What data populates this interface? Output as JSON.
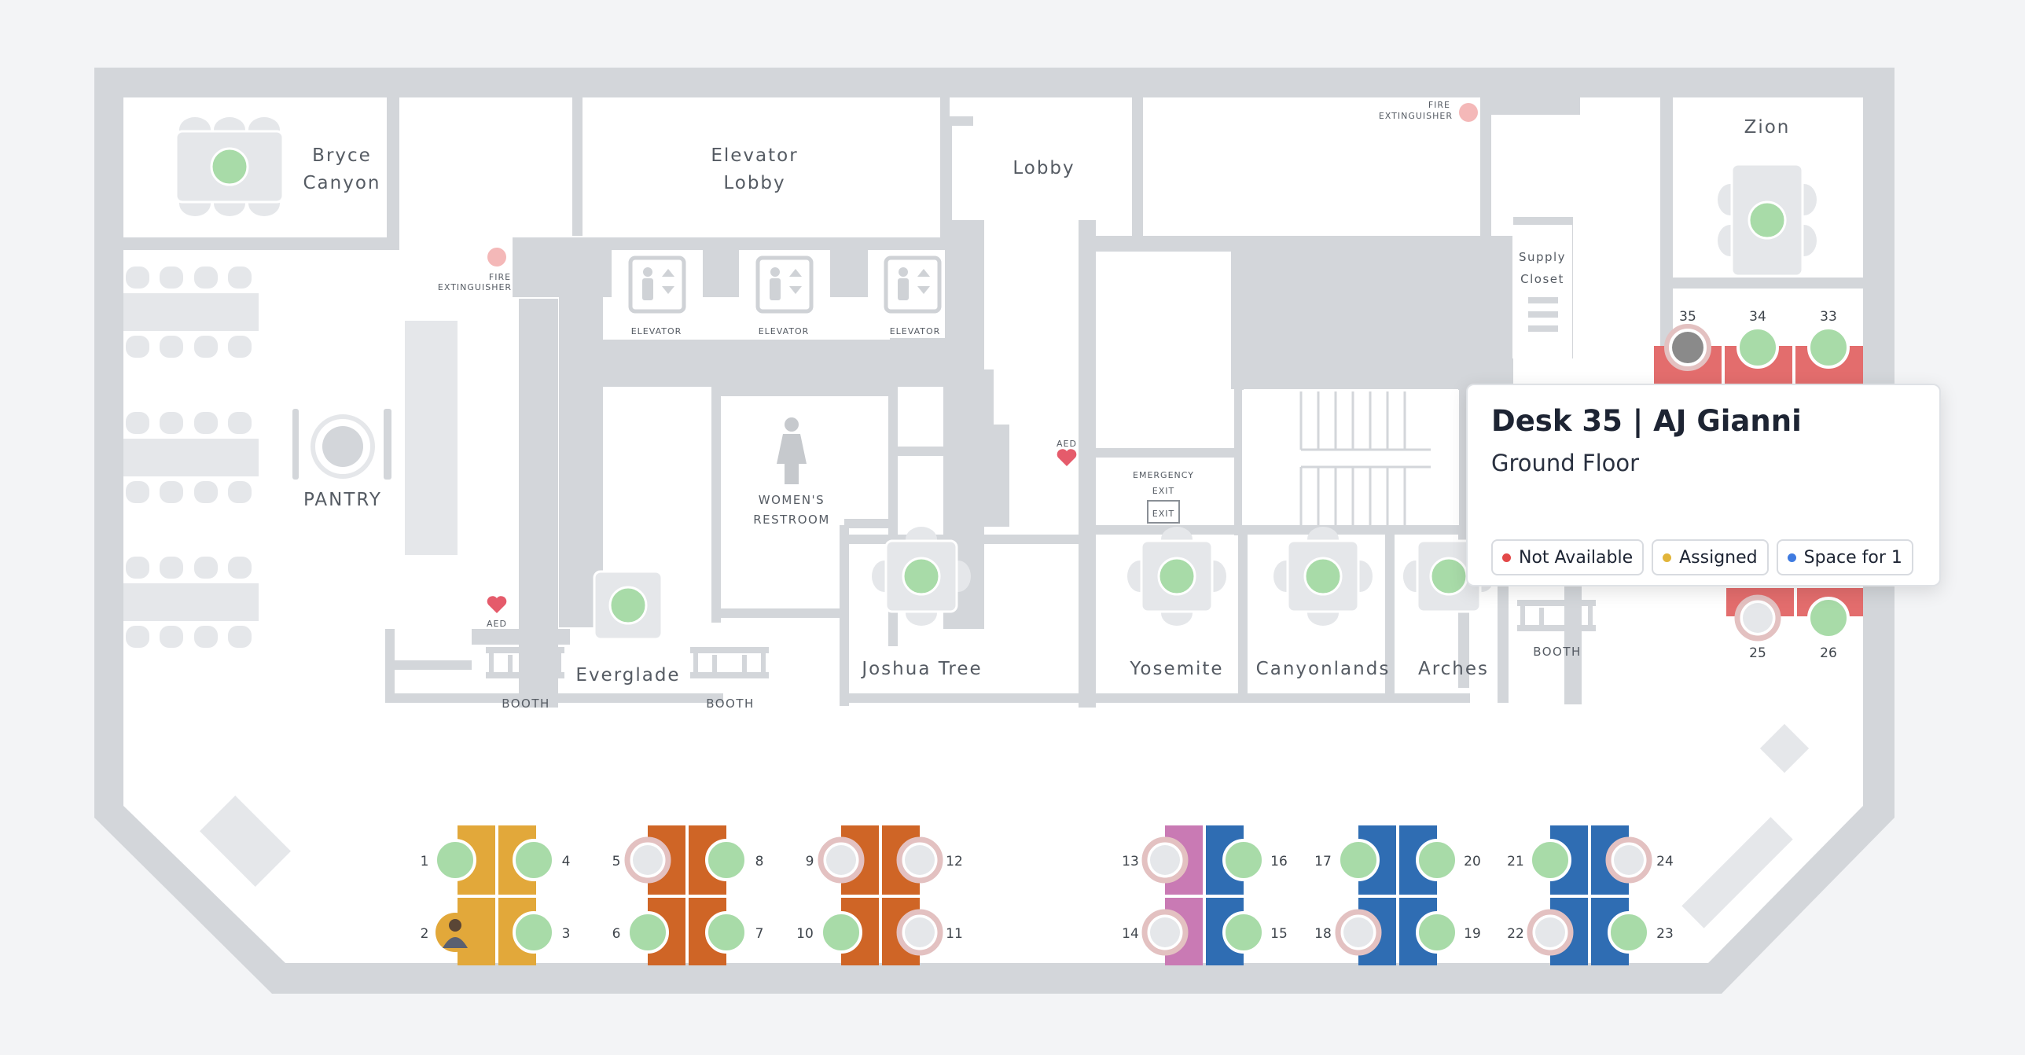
{
  "colors": {
    "available": "#a8dba8",
    "unavailable": "#e3c1c1",
    "occupied": "#8a8a8a",
    "desk_yellow": "#e2a83a",
    "desk_orange": "#cf6526",
    "desk_pink": "#c97ab4",
    "desk_blue": "#2f6db3",
    "desk_red": "#e36d6d",
    "wall": "#d3d6da",
    "furniture": "#e5e7ea",
    "legend_not_available": "#e34848",
    "legend_assigned": "#e2b53a",
    "legend_space_for_1": "#3f7be0"
  },
  "rooms": {
    "bryce_canyon": [
      "Bryce",
      "Canyon"
    ],
    "elevator_lobby": [
      "Elevator",
      "Lobby"
    ],
    "lobby": "Lobby",
    "zion": "Zion",
    "supply_closet": [
      "Supply",
      "Closet"
    ],
    "pantry": "PANTRY",
    "womens_restroom": [
      "WOMEN'S",
      "RESTROOM"
    ],
    "everglade": "Everglade",
    "joshua_tree": "Joshua Tree",
    "yosemite": "Yosemite",
    "canyonlands": "Canyonlands",
    "arches": "Arches",
    "elevator": "ELEVATOR",
    "booth": "BOOTH"
  },
  "facilities": {
    "fire_extinguisher": [
      "FIRE",
      "EXTINGUISHER"
    ],
    "aed": "AED",
    "emergency_exit": [
      "EMERGENCY",
      "EXIT"
    ],
    "exit_sign": "EXIT"
  },
  "desks": [
    {
      "number": "1",
      "status": "available"
    },
    {
      "number": "2",
      "status": "occupied-avatar"
    },
    {
      "number": "3",
      "status": "available"
    },
    {
      "number": "4",
      "status": "available"
    },
    {
      "number": "5",
      "status": "unavailable"
    },
    {
      "number": "6",
      "status": "available"
    },
    {
      "number": "7",
      "status": "available"
    },
    {
      "number": "8",
      "status": "available"
    },
    {
      "number": "9",
      "status": "unavailable"
    },
    {
      "number": "10",
      "status": "available"
    },
    {
      "number": "11",
      "status": "unavailable"
    },
    {
      "number": "12",
      "status": "unavailable"
    },
    {
      "number": "13",
      "status": "unavailable"
    },
    {
      "number": "14",
      "status": "unavailable"
    },
    {
      "number": "15",
      "status": "available"
    },
    {
      "number": "16",
      "status": "available"
    },
    {
      "number": "17",
      "status": "available"
    },
    {
      "number": "18",
      "status": "unavailable"
    },
    {
      "number": "19",
      "status": "available"
    },
    {
      "number": "20",
      "status": "available"
    },
    {
      "number": "21",
      "status": "available"
    },
    {
      "number": "22",
      "status": "unavailable"
    },
    {
      "number": "23",
      "status": "available"
    },
    {
      "number": "24",
      "status": "unavailable"
    },
    {
      "number": "25",
      "status": "unavailable"
    },
    {
      "number": "26",
      "status": "available"
    },
    {
      "number": "33",
      "status": "available"
    },
    {
      "number": "34",
      "status": "available"
    },
    {
      "number": "35",
      "status": "selected"
    }
  ],
  "popup": {
    "title": "Desk 35 | AJ Gianni",
    "subtitle": "Ground Floor",
    "legend": [
      {
        "label": "Not Available"
      },
      {
        "label": "Assigned"
      },
      {
        "label": "Space for 1"
      }
    ]
  }
}
